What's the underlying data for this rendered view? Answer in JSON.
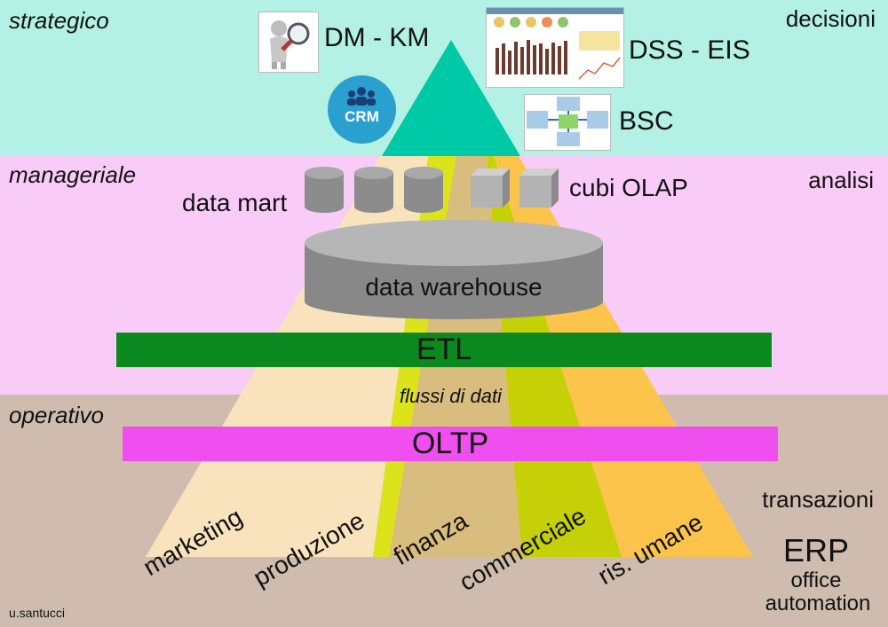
{
  "levels": {
    "strategic": "strategico",
    "managerial": "manageriale",
    "operational": "operativo"
  },
  "right_labels": {
    "decisions": "decisioni",
    "analysis": "analisi",
    "transactions": "transazioni"
  },
  "top_tools": {
    "dm_km": "DM - KM",
    "dss_eis": "DSS - EIS",
    "bsc": "BSC",
    "crm": "CRM"
  },
  "olap": {
    "data_mart": "data mart",
    "cubes": "cubi OLAP",
    "warehouse": "data warehouse"
  },
  "bars": {
    "etl": "ETL",
    "flows": "flussi di dati",
    "oltp": "OLTP"
  },
  "departments": [
    "marketing",
    "produzione",
    "finanza",
    "commerciale",
    "ris. umane"
  ],
  "erp": {
    "title": "ERP",
    "line1": "office",
    "line2": "automation"
  },
  "author": "u.santucci",
  "colors": {
    "strategic_bg": "#b2f1e4",
    "managerial_bg": "#f9ccf7",
    "operational_bg": "#cfbcae",
    "apex": "#00c9a7",
    "etl": "#0a8a1e",
    "oltp": "#f04ff0",
    "marketing": "#f9e3bd",
    "produzione": "#dbe41b",
    "finanza": "#d9bd7f",
    "commerciale": "#c6d007",
    "ris_umane": "#fcc44a"
  }
}
